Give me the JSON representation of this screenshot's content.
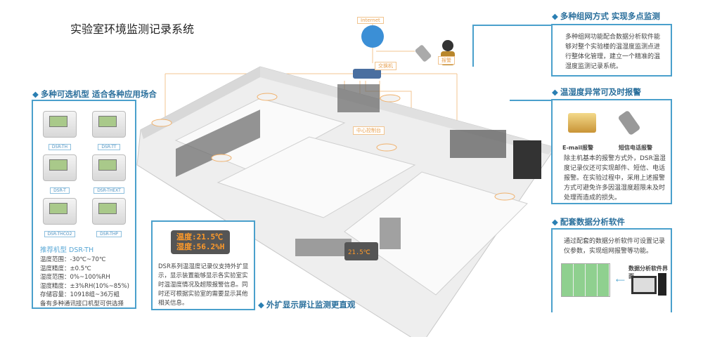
{
  "title": "实验室环境监测记录系统",
  "network": {
    "internet": "Internet",
    "switch": "交换机",
    "alarm": "报警",
    "control": "中心控制台"
  },
  "models_section": {
    "heading": "多种可选机型 适合各种应用场合",
    "models": [
      "DSR-TH",
      "DSR-TT",
      "DSR-T",
      "DSR-THEXT",
      "DSR-THCO2",
      "DSR-THP"
    ],
    "recommended": "推荐机型 DSR-TH",
    "specs": [
      "温度范围：-30℃~70℃",
      "温度精度：±0.5℃",
      "湿度范围：0%~100%RH",
      "湿度精度：±3%RH(10%~85%)",
      "存储容量：10918组~36万組",
      "备有多种通讯接口机型可供选择"
    ]
  },
  "network_section": {
    "heading": "多种组网方式 实现多点监测",
    "text": "多种组网功能配合数据分析软件能够对整个实验楼的温湿度监测点进行整体化管理，建立一个精准的温湿度监测记录系统。"
  },
  "alarm_section": {
    "heading": "温湿度异常可及时报警",
    "email_label": "E-mail报警",
    "sms_label": "短信电话报警",
    "text": "除主机基本的报警方式外，DSR温湿度记录仪还可实现邮件、短信、电话报警。在实验过程中，采用上述报警方式可避免许多因温湿度超限未及时处理而造成的损失。"
  },
  "software_section": {
    "heading": "配套数据分析软件",
    "text": "通过配套的数据分析软件可设置记录仪参数，实现组网报警等功能。",
    "software_label": "数据分析软件界面"
  },
  "display_section": {
    "heading": "外扩显示屏让监测更直观",
    "led_line1": "温度:21.5℃",
    "led_line2": "湿度:56.2%H",
    "text": "DSR系列温湿度记录仪支持外扩显示，显示装置能够显示各实验室实时温湿度情况及超限报警信息。同时还可根据实验室的需要显示其他相关信息。"
  }
}
